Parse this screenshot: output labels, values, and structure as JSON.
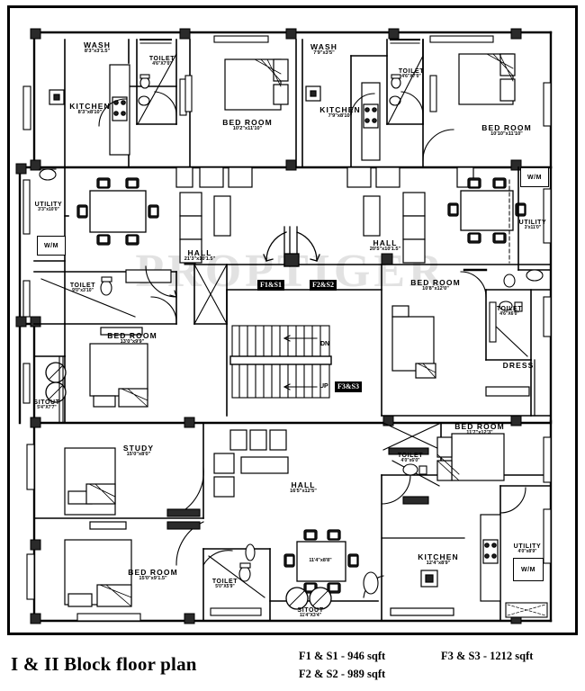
{
  "document": {
    "title": "I & II Block floor plan",
    "watermark": "PROPTIGER",
    "areas": [
      "F1 & S1 - 946 sqft",
      "F2 & S2 - 989 sqft",
      "F3 & S3 - 1212 sqft"
    ]
  },
  "flat_tags": [
    {
      "id": "f1s1",
      "label": "F1&S1"
    },
    {
      "id": "f2s2",
      "label": "F2&S2"
    },
    {
      "id": "f3s3",
      "label": "F3&S3"
    }
  ],
  "stairs": {
    "down_label": "DN",
    "up_label": "UP"
  },
  "rooms": [
    {
      "id": "wash-1",
      "name": "WASH",
      "dim": "8'3\"x3'1.5\""
    },
    {
      "id": "kitchen-1",
      "name": "KITCHEN",
      "dim": "8'3\"x8'10\""
    },
    {
      "id": "toilet-1",
      "name": "TOILET",
      "dim": "4'6\"X7'0\""
    },
    {
      "id": "bedroom-1",
      "name": "BED ROOM",
      "dim": "10'2\"x11'10\""
    },
    {
      "id": "wash-2",
      "name": "WASH",
      "dim": "7'9\"x3'5\""
    },
    {
      "id": "kitchen-2",
      "name": "KITCHEN",
      "dim": "7'9\"x8'10\""
    },
    {
      "id": "toilet-2",
      "name": "TOILET",
      "dim": "4'6\"X7'0\""
    },
    {
      "id": "bedroom-2",
      "name": "BED ROOM",
      "dim": "10'10\"x11'10\""
    },
    {
      "id": "utility-1",
      "name": "UTILITY",
      "dim": "3'3\"x10'0\""
    },
    {
      "id": "utility-2",
      "name": "UTILITY",
      "dim": "3'x11'0\""
    },
    {
      "id": "hall-1",
      "name": "HALL",
      "dim": "21'3\"x10'1.5\""
    },
    {
      "id": "hall-2",
      "name": "HALL",
      "dim": "20'5\"x10'1.5\""
    },
    {
      "id": "toilet-3",
      "name": "TOILET",
      "dim": "9'0\"x3'10\""
    },
    {
      "id": "bedroom-3",
      "name": "BED ROOM",
      "dim": "13'0\"x9'9\""
    },
    {
      "id": "sitout-1",
      "name": "SITOUT",
      "dim": "5'4\"X7'7\""
    },
    {
      "id": "bedroom-4",
      "name": "BED ROOM",
      "dim": "10'8\"x12'0\""
    },
    {
      "id": "toilet-4",
      "name": "TOILET",
      "dim": "4'6\"X6'0\""
    },
    {
      "id": "dress-1",
      "name": "DRESS",
      "dim": ""
    },
    {
      "id": "study-1",
      "name": "STUDY",
      "dim": "15'0\"x8'0\""
    },
    {
      "id": "bedroom-5",
      "name": "BED ROOM",
      "dim": "15'0\"x9'1.5\""
    },
    {
      "id": "toilet-5",
      "name": "TOILET",
      "dim": "5'0\"X5'9\""
    },
    {
      "id": "hall-3",
      "name": "HALL",
      "dim": "16'5\"x12'5\""
    },
    {
      "id": "sitout-2",
      "name": "SITOUT",
      "dim": "11'4\"X3'4\""
    },
    {
      "id": "bedroom-6",
      "name": "BED ROOM",
      "dim": "11'7\"x12'3\""
    },
    {
      "id": "toilet-6",
      "name": "TOILET",
      "dim": "4'0\"x6'0\""
    },
    {
      "id": "kitchen-3",
      "name": "KITCHEN",
      "dim": "12'4\"x8'9\""
    },
    {
      "id": "utility-3",
      "name": "UTILITY",
      "dim": "4'0\"x8'9\""
    }
  ],
  "dining_dims": [
    {
      "id": "dining-bottom",
      "dim": "11'4\"x8'8\""
    }
  ],
  "appliances": [
    {
      "id": "wm-1",
      "label": "W/M"
    },
    {
      "id": "wm-2",
      "label": "W/M"
    },
    {
      "id": "wm-3",
      "label": "W/M"
    }
  ]
}
